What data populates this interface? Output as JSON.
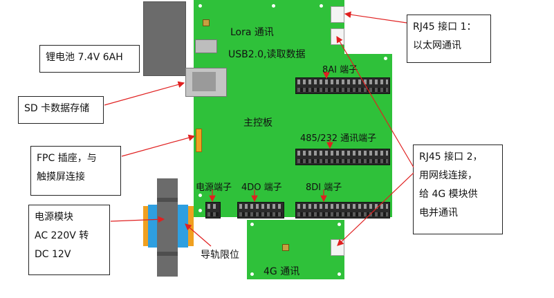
{
  "board": {
    "main_label": "主控板",
    "lora": "Lora 通讯",
    "usb": "USB2.0,读取数据",
    "ai": "8AI 端子",
    "rs485": "485/232 通讯端子",
    "power_terminal": "电源端子",
    "do": "4DO 端子",
    "di": "8DI 端子"
  },
  "module_4g": {
    "label": "4G 通讯"
  },
  "callouts": {
    "battery": "锂电池 7.4V 6AH",
    "sd": "SD 卡数据存储",
    "fpc": [
      "FPC 插座，与",
      "触摸屏连接"
    ],
    "power_module": [
      "电源模块",
      "AC 220V 转",
      "DC 12V"
    ],
    "rail": "导轨限位",
    "rj45_1": [
      "RJ45 接口 1：",
      "以太网通讯"
    ],
    "rj45_2": [
      "RJ45 接口 2，",
      "用网线连接，",
      "给 4G 模块供",
      "电并通讯"
    ]
  },
  "colors": {
    "board_green": "#2fc13a",
    "arrow_red": "#e02020",
    "battery_gray": "#6b6b6b",
    "transformer_blue": "#2e9fe0",
    "transformer_orange": "#f0a020"
  }
}
